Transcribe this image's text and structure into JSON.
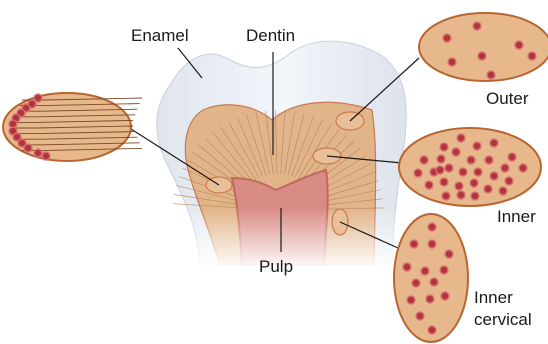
{
  "labels": {
    "enamel": "Enamel",
    "dentin": "Dentin",
    "pulp": "Pulp",
    "outer": "Outer",
    "inner": "Inner",
    "inner_cervical_1": "Inner",
    "inner_cervical_2": "cervical"
  },
  "colors": {
    "enamel": "#e6ebf2",
    "dentin": "#e2b48a",
    "dentin_outline": "#c9794f",
    "pulp": "#d98c85",
    "tubule_fill": "#b3333f",
    "tubule_ring": "#d36c6c",
    "callout_fill": "#e6b88c",
    "callout_stroke": "#b8652f",
    "leader": "#1a1a1a"
  },
  "tubule_density": {
    "outer": 7,
    "inner": 29,
    "inner_cervical": 14
  }
}
